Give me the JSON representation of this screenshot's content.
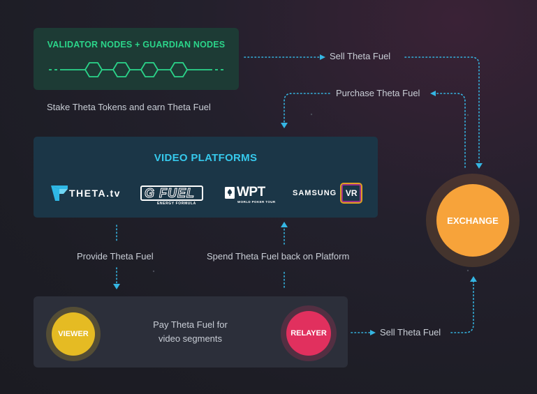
{
  "validator": {
    "title": "VALIDATOR NODES + GUARDIAN NODES",
    "caption": "Stake Theta Tokens and earn Theta Fuel"
  },
  "flows": {
    "sell_top": "Sell Theta Fuel",
    "purchase": "Purchase Theta Fuel",
    "provide": "Provide Theta Fuel",
    "spend": "Spend Theta Fuel back on Platform",
    "pay_line1": "Pay Theta Fuel for",
    "pay_line2": "video segments",
    "sell_bottom": "Sell Theta Fuel"
  },
  "platforms": {
    "title": "VIDEO PLATFORMS",
    "logos": {
      "theta_tv": "THETA.tv",
      "gfuel": "G FUEL",
      "gfuel_sub": "ENERGY FORMULA",
      "wpt": "WPT",
      "wpt_sub": "WORLD POKER TOUR",
      "samsung": "SAMSUNG",
      "vr": "VR"
    }
  },
  "nodes": {
    "exchange": "EXCHANGE",
    "viewer": "VIEWER",
    "relayer": "RELAYER"
  },
  "colors": {
    "validator_green": "#2bd58a",
    "platform_cyan": "#36c9ec",
    "flow_dots": "#35b6e3",
    "exchange_orange": "#f7a33a",
    "viewer_yellow": "#e5bb23",
    "relayer_pink": "#e1305e"
  }
}
